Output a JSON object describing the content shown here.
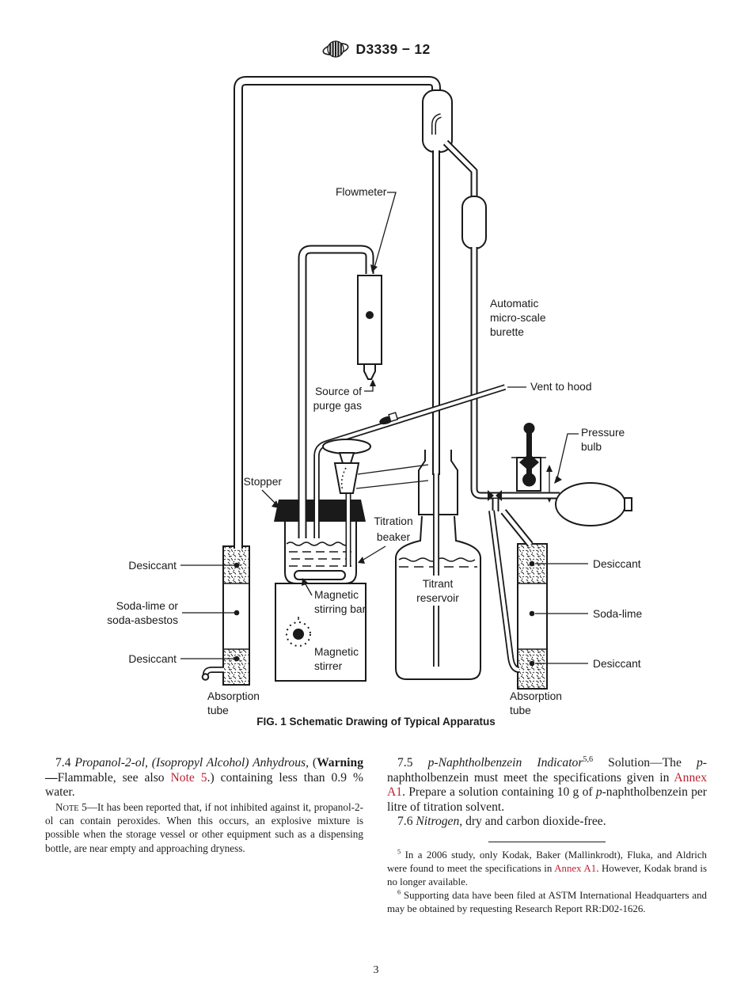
{
  "colors": {
    "link": "#c02032",
    "ink": "#1a1a1a"
  },
  "header": {
    "designation": "D3339 − 12"
  },
  "figure": {
    "caption": "FIG. 1 Schematic Drawing of Typical Apparatus",
    "labels": {
      "flowmeter": "Flowmeter",
      "burette1": "Automatic",
      "burette2": "micro-scale",
      "burette3": "burette",
      "purge1": "Source of",
      "purge2": "purge gas",
      "vent": "Vent to hood",
      "pressure1": "Pressure",
      "pressure2": "bulb",
      "stopper": "Stopper",
      "beaker1": "Titration",
      "beaker2": "beaker",
      "stirbar1": "Magnetic",
      "stirbar2": "stirring bar",
      "stirrer1": "Magnetic",
      "stirrer2": "stirrer",
      "reservoir1": "Titrant",
      "reservoir2": "reservoir",
      "l_des_top": "Desiccant",
      "l_soda1": "Soda-lime or",
      "l_soda2": "soda-asbestos",
      "l_des_bot": "Desiccant",
      "l_abs1": "Absorption",
      "l_abs2": "tube",
      "r_des_top": "Desiccant",
      "r_soda": "Soda-lime",
      "r_des_bot": "Desiccant",
      "r_abs1": "Absorption",
      "r_abs2": "tube"
    }
  },
  "content": {
    "s74": {
      "num": "7.4",
      "title": " Propanol-2-ol, (Isopropyl Alcohol) Anhydrous,",
      "pre": " (",
      "warn": "Warning—",
      "text1": "Flammable, see also ",
      "link": "Note 5",
      "text2": ".) containing less than 0.9 % water."
    },
    "note5": {
      "n": "N",
      "ote": "OTE",
      "text": " 5—It has been reported that, if not inhibited against it, propanol-2-ol can contain peroxides. When this occurs, an explosive mixture is possible when the storage vessel or other equipment such as a dispensing bottle, are near empty and approaching dryness."
    },
    "s75": {
      "num": "7.5",
      "title": " p-Naphtholbenzein Indicator",
      "sup": "5,6",
      "text1": " Solution—The ",
      "p1": "p",
      "text2": "-naphtholbenzein must meet the specifications given in ",
      "link": "Annex A1",
      "text3": ". Prepare a solution containing 10 g of ",
      "p2": "p",
      "text4": "-naphtholbenzein per litre of titration solvent."
    },
    "s76": {
      "num": "7.6",
      "title": " Nitrogen,",
      "text": " dry and carbon dioxide-free."
    },
    "fn5": {
      "sup": "5",
      "text1": " In a 2006 study, only Kodak, Baker (Mallinkrodt), Fluka, and Aldrich were found to meet the specifications in ",
      "link": "Annex A1",
      "text2": ". However, Kodak brand is no longer available."
    },
    "fn6": {
      "sup": "6",
      "text": " Supporting data have been filed at ASTM International Headquarters and may be obtained by requesting Research Report RR:D02-1626."
    }
  },
  "page": {
    "number": "3"
  }
}
